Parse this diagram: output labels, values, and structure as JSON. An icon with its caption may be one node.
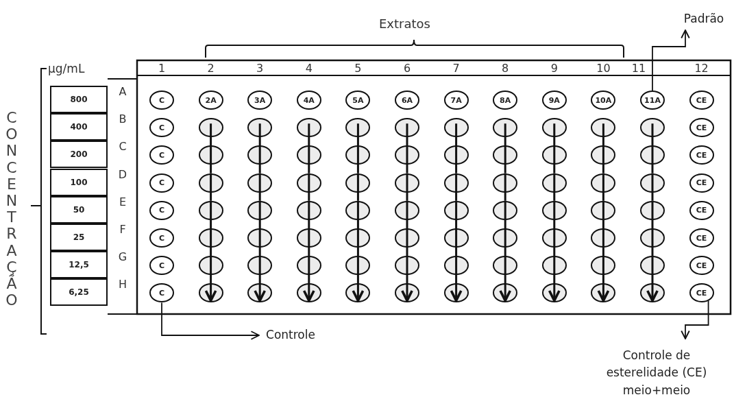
{
  "diagram": {
    "nodes": [
      {
        "text": [
          "C"
        ]
      },
      {
        "text": [
          "2A"
        ]
      },
      {
        "text": [
          "3A"
        ]
      },
      {
        "text": [
          "4A"
        ]
      },
      {
        "text": [
          "5A"
        ]
      },
      {
        "text": [
          "6A"
        ]
      },
      {
        "text": [
          "7A"
        ]
      },
      {
        "text": [
          "8A"
        ]
      },
      {
        "text": [
          "9A"
        ]
      },
      {
        "text": [
          "10A"
        ]
      },
      {
        "text": [
          "11A"
        ]
      },
      {
        "text": [
          "CE"
        ]
      },
      {
        "text": [
          "C"
        ]
      },
      {
        "text": [],
        "shape": "circle"
      },
      {
        "text": [],
        "shape": "circle"
      },
      {
        "text": [],
        "shape": "circle"
      },
      {
        "text": [],
        "shape": "circle"
      },
      {
        "text": [],
        "shape": "circle"
      },
      {
        "text": [],
        "shape": "circle"
      },
      {
        "text": [],
        "shape": "circle"
      },
      {
        "text": [],
        "shape": "circle"
      },
      {
        "text": [],
        "shape": "circle"
      },
      {
        "text": [],
        "shape": "circle"
      },
      {
        "text": [
          "CE"
        ]
      },
      {
        "text": [
          "C"
        ]
      },
      {
        "text": [],
        "shape": "circle"
      },
      {
        "text": [],
        "shape": "circle"
      },
      {
        "text": [],
        "shape": "circle"
      },
      {
        "text": [],
        "shape": "circle"
      },
      {
        "text": [],
        "shape": "circle"
      },
      {
        "text": [],
        "shape": "circle"
      },
      {
        "text": [],
        "shape": "circle"
      },
      {
        "text": [],
        "shape": "circle"
      },
      {
        "text": [],
        "shape": "circle"
      },
      {
        "text": [],
        "shape": "circle"
      },
      {
        "text": [
          "CE"
        ]
      },
      {
        "text": [
          "C"
        ]
      },
      {
        "text": [],
        "shape": "circle"
      },
      {
        "text": [],
        "shape": "circle"
      },
      {
        "text": [],
        "shape": "circle"
      },
      {
        "text": [],
        "shape": "circle"
      },
      {
        "text": [],
        "shape": "circle"
      },
      {
        "text": [],
        "shape": "circle"
      },
      {
        "text": [],
        "shape": "circle"
      },
      {
        "text": [],
        "shape": "circle"
      },
      {
        "text": [],
        "shape": "circle"
      },
      {
        "text": [],
        "shape": "circle"
      },
      {
        "text": [
          "CE"
        ]
      },
      {
        "text": [
          "C"
        ]
      },
      {
        "text": [],
        "shape": "circle"
      },
      {
        "text": [],
        "shape": "circle"
      },
      {
        "text": [],
        "shape": "circle"
      },
      {
        "text": [],
        "shape": "circle"
      },
      {
        "text": [],
        "shape": "circle"
      },
      {
        "text": [],
        "shape": "circle"
      },
      {
        "text": [],
        "shape": "circle"
      },
      {
        "text": [],
        "shape": "circle"
      },
      {
        "text": [],
        "shape": "circle"
      },
      {
        "text": [],
        "shape": "circle"
      },
      {
        "text": [
          "CE"
        ]
      },
      {
        "text": [
          "C"
        ]
      },
      {
        "text": [],
        "shape": "circle"
      },
      {
        "text": [],
        "shape": "circle"
      },
      {
        "text": [],
        "shape": "circle"
      },
      {
        "text": [],
        "shape": "circle"
      },
      {
        "text": [],
        "shape": "circle"
      },
      {
        "text": [],
        "shape": "circle"
      },
      {
        "text": [],
        "shape": "circle"
      },
      {
        "text": [],
        "shape": "circle"
      },
      {
        "text": [],
        "shape": "circle"
      },
      {
        "text": [],
        "shape": "circle"
      },
      {
        "text": [
          "CE"
        ]
      },
      {
        "text": [
          "C"
        ]
      },
      {
        "text": [],
        "shape": "circle"
      },
      {
        "text": [],
        "shape": "circle"
      },
      {
        "text": [],
        "shape": "circle"
      },
      {
        "text": [],
        "shape": "circle"
      },
      {
        "text": [],
        "shape": "circle"
      },
      {
        "text": [],
        "shape": "circle"
      },
      {
        "text": [],
        "shape": "circle"
      },
      {
        "text": [],
        "shape": "circle"
      },
      {
        "text": [],
        "shape": "circle"
      },
      {
        "text": [],
        "shape": "circle"
      },
      {
        "text": [
          "CE"
        ]
      },
      {
        "text": [
          "C"
        ]
      },
      {
        "text": [],
        "shape": "circle"
      },
      {
        "text": [],
        "shape": "circle"
      },
      {
        "text": [],
        "shape": "circle"
      },
      {
        "text": [],
        "shape": "circle"
      },
      {
        "text": [],
        "shape": "circle"
      },
      {
        "text": [],
        "shape": "circle"
      },
      {
        "text": [],
        "shape": "circle"
      },
      {
        "text": [],
        "shape": "circle"
      },
      {
        "text": [],
        "shape": "circle"
      },
      {
        "text": [],
        "shape": "circle"
      },
      {
        "text": [
          "CE"
        ]
      },
      {
        "text": [
          "Padrão"
        ]
      },
      {
        "text": [
          "Controle"
        ]
      },
      {
        "text": [
          "Controle de esterelidade (CE) meio+meio"
        ]
      }
    ],
    "edges": [
      {
        "from": 13,
        "to": 25,
        "arrow": "none"
      },
      {
        "from": 25,
        "to": 37,
        "arrow": "none"
      },
      {
        "from": 37,
        "to": 49,
        "arrow": "none"
      },
      {
        "from": 49,
        "to": 61,
        "arrow": "none"
      },
      {
        "from": 61,
        "to": 73,
        "arrow": "none"
      },
      {
        "from": 73,
        "to": 85,
        "arrow": "to"
      },
      {
        "from": 14,
        "to": 26,
        "arrow": "none"
      },
      {
        "from": 26,
        "to": 38,
        "arrow": "none"
      },
      {
        "from": 38,
        "to": 50,
        "arrow": "none"
      },
      {
        "from": 50,
        "to": 62,
        "arrow": "none"
      },
      {
        "from": 62,
        "to": 74,
        "arrow": "none"
      },
      {
        "from": 74,
        "to": 86,
        "arrow": "to"
      },
      {
        "from": 15,
        "to": 27,
        "arrow": "none"
      },
      {
        "from": 27,
        "to": 39,
        "arrow": "none"
      },
      {
        "from": 39,
        "to": 51,
        "arrow": "none"
      },
      {
        "from": 51,
        "to": 63,
        "arrow": "none"
      },
      {
        "from": 63,
        "to": 75,
        "arrow": "none"
      },
      {
        "from": 75,
        "to": 87,
        "arrow": "to"
      },
      {
        "from": 16,
        "to": 28,
        "arrow": "none"
      },
      {
        "from": 28,
        "to": 40,
        "arrow": "none"
      },
      {
        "from": 40,
        "to": 52,
        "arrow": "none"
      },
      {
        "from": 52,
        "to": 64,
        "arrow": "none"
      },
      {
        "from": 64,
        "to": 76,
        "arrow": "none"
      },
      {
        "from": 76,
        "to": 88,
        "arrow": "to"
      },
      {
        "from": 17,
        "to": 29,
        "arrow": "none"
      },
      {
        "from": 29,
        "to": 41,
        "arrow": "none"
      },
      {
        "from": 41,
        "to": 53,
        "arrow": "none"
      },
      {
        "from": 53,
        "to": 65,
        "arrow": "none"
      },
      {
        "from": 65,
        "to": 77,
        "arrow": "none"
      },
      {
        "from": 77,
        "to": 89,
        "arrow": "to"
      },
      {
        "from": 18,
        "to": 30,
        "arrow": "none"
      },
      {
        "from": 30,
        "to": 42,
        "arrow": "none"
      },
      {
        "from": 42,
        "to": 54,
        "arrow": "none"
      },
      {
        "from": 54,
        "to": 66,
        "arrow": "none"
      },
      {
        "from": 66,
        "to": 78,
        "arrow": "none"
      },
      {
        "from": 78,
        "to": 90,
        "arrow": "to"
      },
      {
        "from": 19,
        "to": 31,
        "arrow": "none"
      },
      {
        "from": 31,
        "to": 43,
        "arrow": "none"
      },
      {
        "from": 43,
        "to": 55,
        "arrow": "none"
      },
      {
        "from": 55,
        "to": 67,
        "arrow": "none"
      },
      {
        "from": 67,
        "to": 79,
        "arrow": "none"
      },
      {
        "from": 79,
        "to": 91,
        "arrow": "to"
      },
      {
        "from": 20,
        "to": 32,
        "arrow": "none"
      },
      {
        "from": 32,
        "to": 44,
        "arrow": "none"
      },
      {
        "from": 44,
        "to": 56,
        "arrow": "none"
      },
      {
        "from": 56,
        "to": 68,
        "arrow": "none"
      },
      {
        "from": 68,
        "to": 80,
        "arrow": "none"
      },
      {
        "from": 80,
        "to": 92,
        "arrow": "to"
      },
      {
        "from": 21,
        "to": 33,
        "arrow": "none"
      },
      {
        "from": 33,
        "to": 45,
        "arrow": "none"
      },
      {
        "from": 45,
        "to": 57,
        "arrow": "none"
      },
      {
        "from": 57,
        "to": 69,
        "arrow": "none"
      },
      {
        "from": 69,
        "to": 81,
        "arrow": "none"
      },
      {
        "from": 81,
        "to": 93,
        "arrow": "to"
      },
      {
        "from": 22,
        "to": 34,
        "arrow": "none"
      },
      {
        "from": 34,
        "to": 46,
        "arrow": "none"
      },
      {
        "from": 46,
        "to": 58,
        "arrow": "none"
      },
      {
        "from": 58,
        "to": 70,
        "arrow": "none"
      },
      {
        "from": 70,
        "to": 82,
        "arrow": "none"
      },
      {
        "from": 82,
        "to": 94,
        "arrow": "to"
      },
      {
        "from": 10,
        "to": 96,
        "arrow": "to"
      },
      {
        "from": 84,
        "to": 97,
        "arrow": "to"
      },
      {
        "from": 95,
        "to": 98,
        "arrow": "to"
      }
    ],
    "labels": [
      "Extratos",
      "µg/mL",
      "1",
      "2",
      "3",
      "4",
      "5",
      "6",
      "7",
      "8",
      "9",
      "10",
      "11",
      "12",
      "800",
      "A",
      "400",
      "B",
      "200",
      "C",
      "100",
      "D",
      "50",
      "E",
      "25",
      "F",
      "12,5",
      "G",
      "6,25",
      "H",
      "CONCENTRAÇÃO"
    ]
  }
}
